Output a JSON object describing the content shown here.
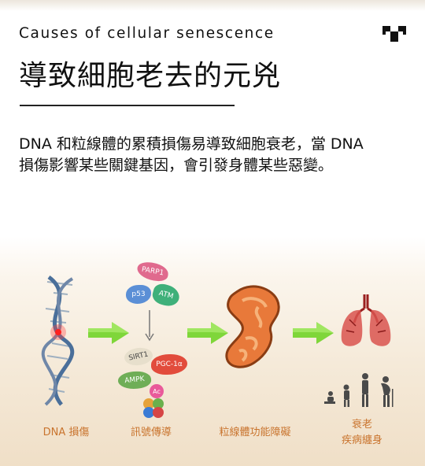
{
  "header": {
    "subtitle": "Causes of cellular senescence",
    "title": "導致細胞老去的元兇",
    "logo_icon": "pixel-v-logo-icon"
  },
  "description": {
    "line1": "DNA 和粒線體的累積損傷易導致細胞衰老，當 DNA",
    "line2": "損傷影響某些關鍵基因，會引發身體某些惡變。"
  },
  "diagram": {
    "proteins": {
      "parp1": "PARP1",
      "p53": "p53",
      "atm": "ATM",
      "sirt1": "SIRT1",
      "pgc1a": "PGC-1α",
      "ampk": "AMPK",
      "ac": "Ac"
    },
    "captions": {
      "dna": "DNA 損傷",
      "signal": "訊號傳導",
      "mito": "粒線體功能障礙",
      "aging_line1": "衰老",
      "aging_line2": "疾病纏身"
    },
    "colors": {
      "arrow": "#7fd63a",
      "caption": "#c9742e",
      "mitochondria": "#e8793a"
    }
  }
}
